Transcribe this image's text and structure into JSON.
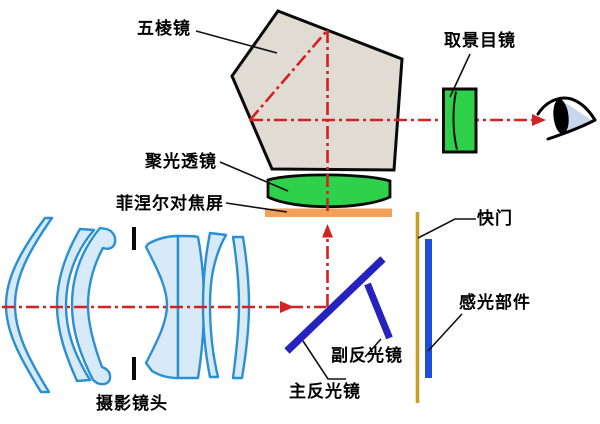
{
  "figure": {
    "type": "slr-camera-optical-path-diagram",
    "background": "#FFFFFF",
    "labels": {
      "pentaprism": "五棱镜",
      "viewfinder_eyepiece": "取景目镜",
      "condenser_lens": "聚光透镜",
      "fresnel_focusing_screen": "菲涅尔对焦屏",
      "shutter": "快门",
      "photosensitive_component": "感光部件",
      "secondary_reflex_mirror": "副反光镜",
      "main_reflex_mirror": "主反光镜",
      "camera_lens": "摄影镜头"
    },
    "icons": {
      "eye": "observer-eye"
    },
    "colors": {
      "optical_path_red": "#D42121",
      "prism_gray_fill": "#E0DCD4",
      "green_lens_fill": "#2FD04A",
      "fresnel_orange": "#F5A059",
      "lens_glass_fill": "#D8EAF8",
      "lens_glass_stroke": "#2B8FD4",
      "mirror_blue": "#2522BE",
      "sensor_blue": "#1C4EDB",
      "shutter_gold": "#C79E2B",
      "eye_sclera_blue": "#C7D7EC",
      "outline_black": "#0A0A0A"
    }
  }
}
